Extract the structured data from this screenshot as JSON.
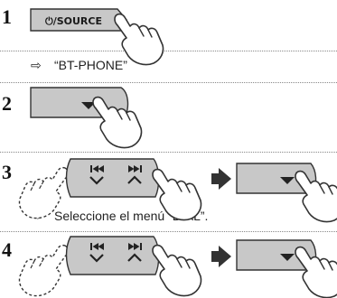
{
  "steps": [
    {
      "number": "1",
      "button_label": "⏻/SOURCE",
      "caption_arrow": "⇨",
      "caption": "“BT-PHONE”"
    },
    {
      "number": "2"
    },
    {
      "number": "3",
      "caption_arrow": "⇨",
      "caption": "Seleccione el menú “DIAL”."
    },
    {
      "number": "4"
    }
  ],
  "icons": {
    "down": "down-triangle-icon",
    "prev": "skip-previous-icon",
    "next": "skip-next-icon",
    "flow": "right-arrow-icon",
    "hand": "pointing-hand-icon"
  },
  "colors": {
    "button_fill": "#c8c8c8",
    "button_stroke": "#333333",
    "glyph": "#222222",
    "flow_arrow": "#333333"
  }
}
